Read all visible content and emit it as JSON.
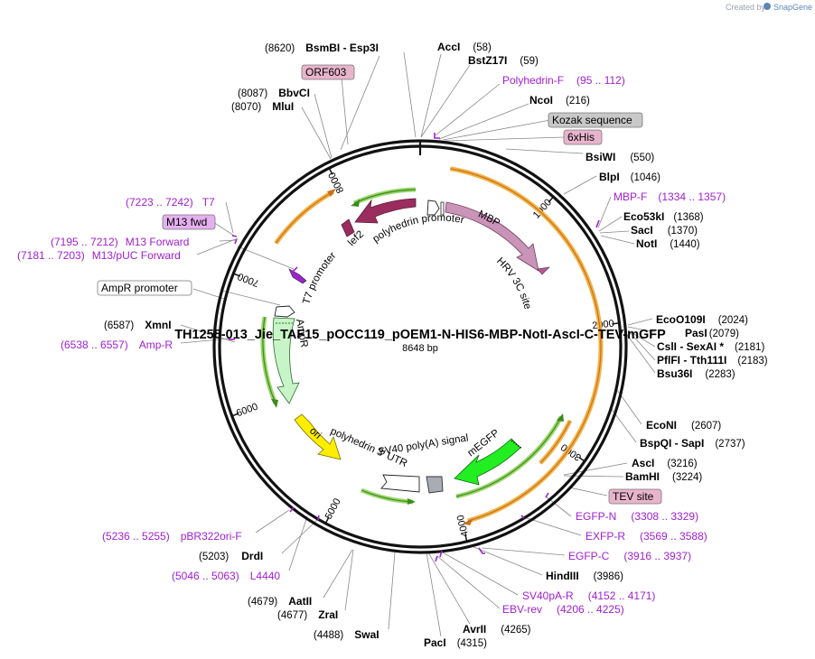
{
  "credit": {
    "prefix": "Created by",
    "brand": "SnapGene"
  },
  "plasmid": {
    "name": "TH1258-013_Jie_TAF15_pOCC119_pOEM1-N-HIS6-MBP-NotI-AscI-C-TEV-mGFP",
    "size_label": "8648 bp",
    "length": 8648
  },
  "ticks": [
    "1000",
    "2000",
    "3000",
    "4000",
    "5000",
    "6000",
    "7000",
    "8000"
  ],
  "sites": [
    {
      "name": "AccI",
      "pos": "(58)"
    },
    {
      "name": "BstZ17I",
      "pos": "(59)"
    },
    {
      "name": "NcoI",
      "pos": "(216)"
    },
    {
      "name": "BsiWI",
      "pos": "(550)"
    },
    {
      "name": "BlpI",
      "pos": "(1046)"
    },
    {
      "name": "Eco53kI",
      "pos": "(1368)"
    },
    {
      "name": "SacI",
      "pos": "(1370)"
    },
    {
      "name": "NotI",
      "pos": "(1440)"
    },
    {
      "name": "EcoO109I",
      "pos": "(2024)"
    },
    {
      "name": "PasI",
      "pos": "(2079)"
    },
    {
      "name": "CslI  -  SexAI *",
      "pos": "(2181)"
    },
    {
      "name": "PflFI  -  Tth111I",
      "pos": "(2183)"
    },
    {
      "name": "Bsu36I",
      "pos": "(2283)"
    },
    {
      "name": "EcoNI",
      "pos": "(2607)"
    },
    {
      "name": "BspQI  -  SapI",
      "pos": "(2737)"
    },
    {
      "name": "AscI",
      "pos": "(3216)"
    },
    {
      "name": "BamHI",
      "pos": "(3224)"
    },
    {
      "name": "HindIII",
      "pos": "(3986)"
    },
    {
      "name": "AvrII",
      "pos": "(4265)"
    },
    {
      "name": "PacI",
      "pos": "(4315)"
    },
    {
      "name": "SwaI",
      "pos": "(4488)"
    },
    {
      "name": "ZraI",
      "pos": "(4677)"
    },
    {
      "name": "AatII",
      "pos": "(4679)"
    },
    {
      "name": "DrdI",
      "pos": "(5203)"
    },
    {
      "name": "XmnI",
      "pos": "(6587)"
    },
    {
      "name": "MluI",
      "pos": "(8070)"
    },
    {
      "name": "BbvCI",
      "pos": "(8087)"
    },
    {
      "name": "BsmBI  -  Esp3I",
      "pos": "(8620)"
    }
  ],
  "primers": [
    {
      "name": "Polyhedrin-F",
      "range": "(95 .. 112)"
    },
    {
      "name": "MBP-F",
      "range": "(1334 .. 1357)"
    },
    {
      "name": "EGFP-N",
      "range": "(3308 .. 3329)"
    },
    {
      "name": "EXFP-R",
      "range": "(3569 .. 3588)"
    },
    {
      "name": "EGFP-C",
      "range": "(3916 .. 3937)"
    },
    {
      "name": "SV40pA-R",
      "range": "(4152 .. 4171)"
    },
    {
      "name": "EBV-rev",
      "range": "(4206 .. 4225)"
    },
    {
      "name": "L4440",
      "range": "(5046 .. 5063)"
    },
    {
      "name": "pBR322ori-F",
      "range": "(5236 .. 5255)"
    },
    {
      "name": "Amp-R",
      "range": "(6538 .. 6557)"
    },
    {
      "name": "M13/pUC Forward",
      "range": "(7181 .. 7203)"
    },
    {
      "name": "M13 Forward",
      "range": "(7195 .. 7212)"
    },
    {
      "name": "T7",
      "range": "(7223 .. 7242)"
    }
  ],
  "boxed_labels": [
    {
      "name": "ORF603",
      "color": "#e8b4cc"
    },
    {
      "name": "Kozak sequence",
      "color": "#c8c8c8"
    },
    {
      "name": "6xHis",
      "color": "#e8b4cc"
    },
    {
      "name": "TEV site",
      "color": "#e8b4cc"
    },
    {
      "name": "M13 fwd",
      "color": "#e6b0f0"
    },
    {
      "name": "AmpR promoter",
      "color": "#ffffff"
    }
  ],
  "features": [
    {
      "name": "lef2",
      "color": "#9b2d5e"
    },
    {
      "name": "polyhedrin promoter",
      "color": "#ffffff"
    },
    {
      "name": "MBP",
      "color": "#c994b8"
    },
    {
      "name": "HRV 3C site",
      "color": "#b05a8e"
    },
    {
      "name": "T7 promoter",
      "color": "#ffffff"
    },
    {
      "name": "AmpR",
      "color": "#c8f5c8"
    },
    {
      "name": "ori",
      "color": "#ffee00"
    },
    {
      "name": "polyhedrin 3' UTR",
      "color": "#ffffff"
    },
    {
      "name": "SV40 poly(A) signal",
      "color": "#a8acb4"
    },
    {
      "name": "mEGFP",
      "color": "#22ee22"
    }
  ]
}
